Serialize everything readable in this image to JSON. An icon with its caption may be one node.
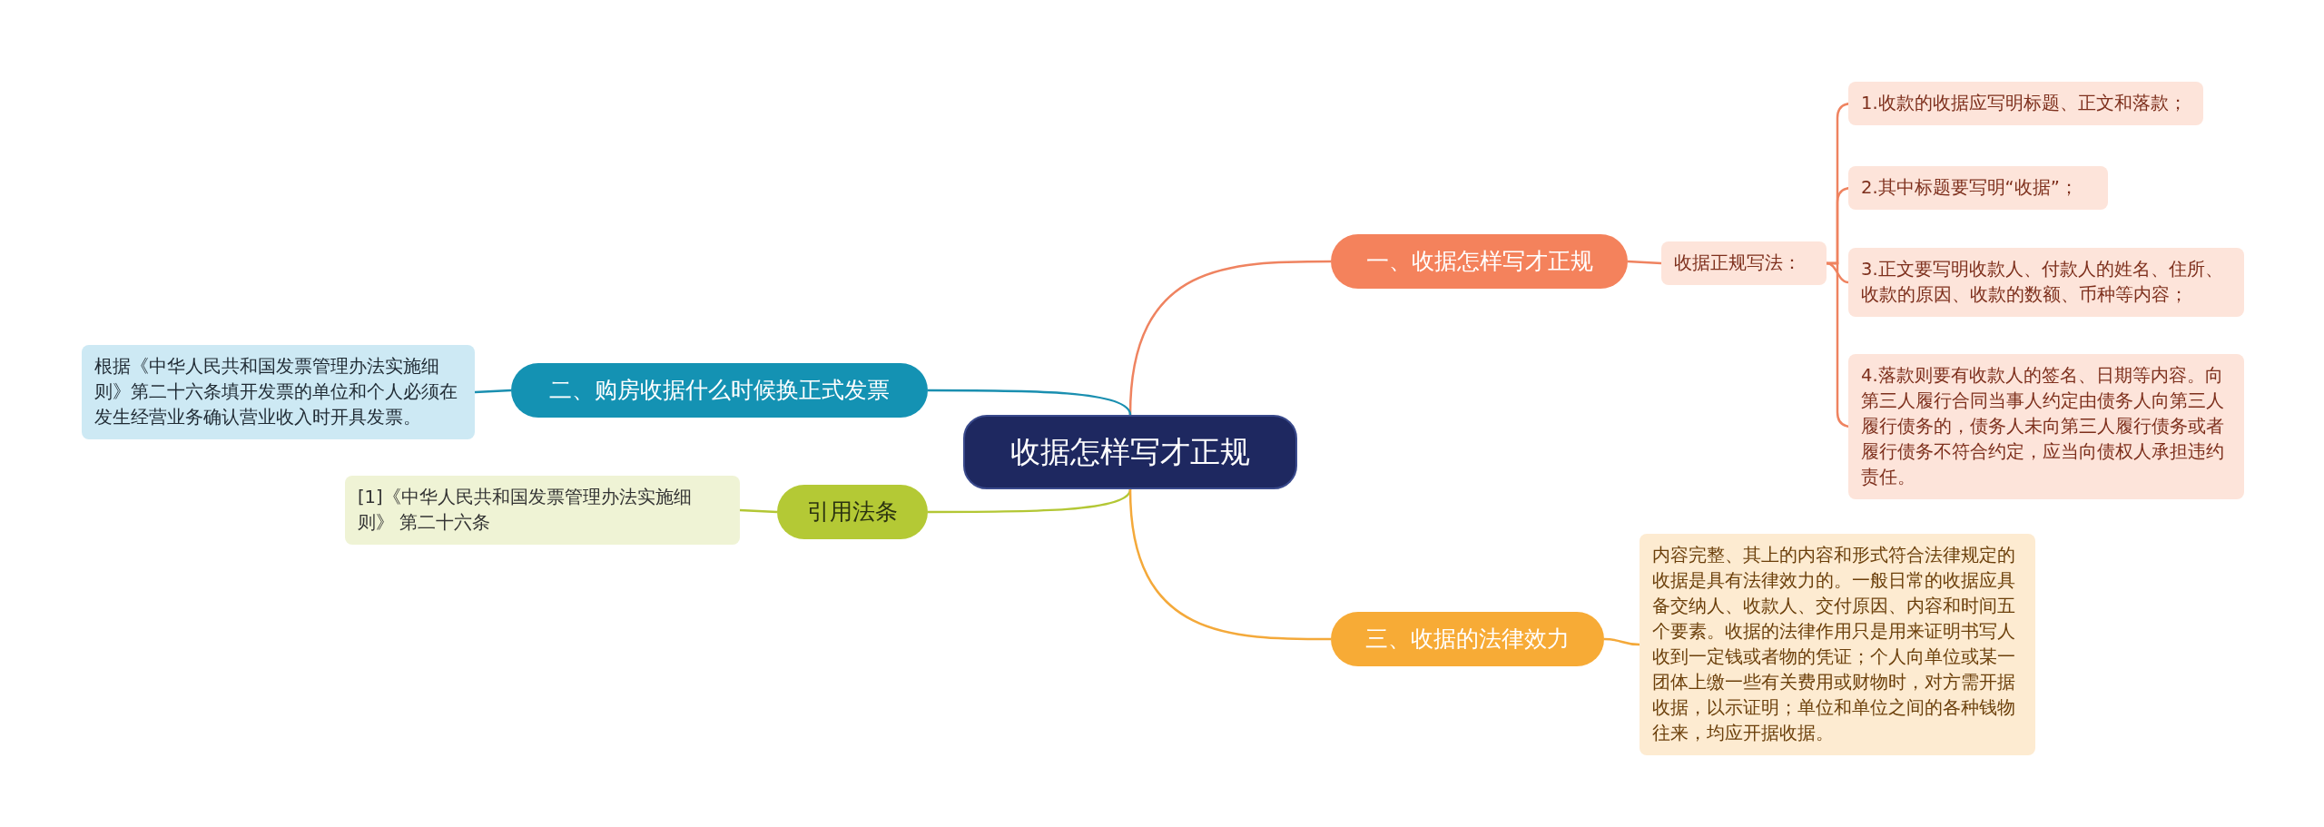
{
  "diagram": {
    "nodes": [
      {
        "text": [
          "收据怎样写才正规"
        ]
      },
      {
        "text": [
          "一、收据怎样写才正规"
        ]
      },
      {
        "text": [
          "收据正规写法："
        ]
      },
      {
        "text": [
          "1.收款的收据应写明标题、正文和落款；"
        ]
      },
      {
        "text": [
          "2.其中标题要写明“收据”；"
        ]
      },
      {
        "text": [
          "3.正文要写明收款人、付款人的姓名、住所、收款的原因、收款的数额、币种等内容；"
        ]
      },
      {
        "text": [
          "4.落款则要有收款人的签名、日期等内容。向第三人履行合同当事人约定由债务人向第三人履行债务的，债务人未向第三人履行债务或者履行债务不符合约定，应当向债权人承担违约责任。"
        ]
      },
      {
        "text": [
          "二、购房收据什么时候换正式发票"
        ]
      },
      {
        "text": [
          "根据《中华人民共和国发票管理办法实施细则》第二十六条填开发票的单位和个人必须在发生经营业务确认营业收入时开具发票。"
        ]
      },
      {
        "text": [
          "引用法条"
        ]
      },
      {
        "text": [
          "[1]《中华人民共和国发票管理办法实施细则》 第二十六条"
        ]
      },
      {
        "text": [
          "三、收据的法律效力"
        ]
      },
      {
        "text": [
          "内容完整、其上的内容和形式符合法律规定的收据是具有法律效力的。一般日常的收据应具备交纳人、收款人、交付原因、内容和时间五个要素。收据的法律作用只是用来证明书写人收到一定钱或者物的凭证；个人向单位或某一团体上缴一些有关费用或财物时，对方需开据收据，以示证明；单位和单位之间的各种钱物往来，均应开据收据。"
        ]
      }
    ],
    "edges": [
      {
        "from": 0,
        "to": 1,
        "arrow": "none",
        "color": "#ef8360"
      },
      {
        "from": 1,
        "to": 2,
        "arrow": "none",
        "color": "#ef8360"
      },
      {
        "from": 2,
        "to": 3,
        "arrow": "none",
        "color": "#ef8360"
      },
      {
        "from": 2,
        "to": 4,
        "arrow": "none",
        "color": "#ef8360"
      },
      {
        "from": 2,
        "to": 5,
        "arrow": "none",
        "color": "#ef8360"
      },
      {
        "from": 2,
        "to": 6,
        "arrow": "none",
        "color": "#ef8360"
      },
      {
        "from": 0,
        "to": 7,
        "arrow": "none",
        "color": "#1a8fb0"
      },
      {
        "from": 7,
        "to": 8,
        "arrow": "none",
        "color": "#1a8fb0"
      },
      {
        "from": 0,
        "to": 9,
        "arrow": "none",
        "color": "#b3c735"
      },
      {
        "from": 9,
        "to": 10,
        "arrow": "none",
        "color": "#b3c735"
      },
      {
        "from": 0,
        "to": 11,
        "arrow": "none",
        "color": "#f4a93a"
      },
      {
        "from": 11,
        "to": 12,
        "arrow": "none",
        "color": "#f4a93a"
      }
    ]
  }
}
